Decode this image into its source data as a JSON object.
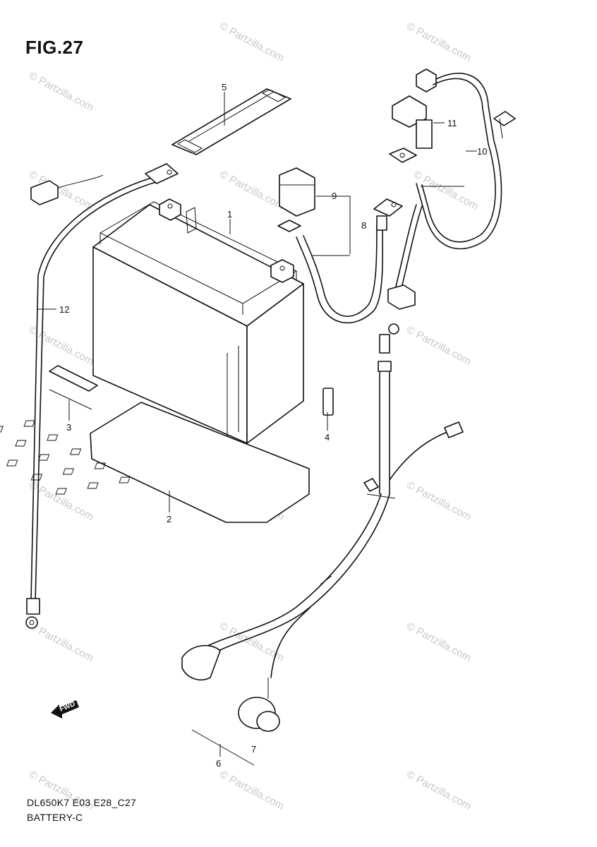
{
  "figure": {
    "title": "FIG.27",
    "model_code": "DL650K7 E03 E28_C27",
    "section_name": "BATTERY-C"
  },
  "watermark": {
    "text": "© Partzilla.com",
    "color": "#c8c8c8"
  },
  "fwd_marker": {
    "label": "FWD"
  },
  "callouts": [
    {
      "id": "callout-1",
      "number": "1"
    },
    {
      "id": "callout-2",
      "number": "2"
    },
    {
      "id": "callout-3",
      "number": "3"
    },
    {
      "id": "callout-4",
      "number": "4"
    },
    {
      "id": "callout-5",
      "number": "5"
    },
    {
      "id": "callout-6",
      "number": "6"
    },
    {
      "id": "callout-7",
      "number": "7"
    },
    {
      "id": "callout-8",
      "number": "8"
    },
    {
      "id": "callout-9",
      "number": "9"
    },
    {
      "id": "callout-10",
      "number": "10"
    },
    {
      "id": "callout-11",
      "number": "11"
    },
    {
      "id": "callout-12",
      "number": "12"
    }
  ]
}
